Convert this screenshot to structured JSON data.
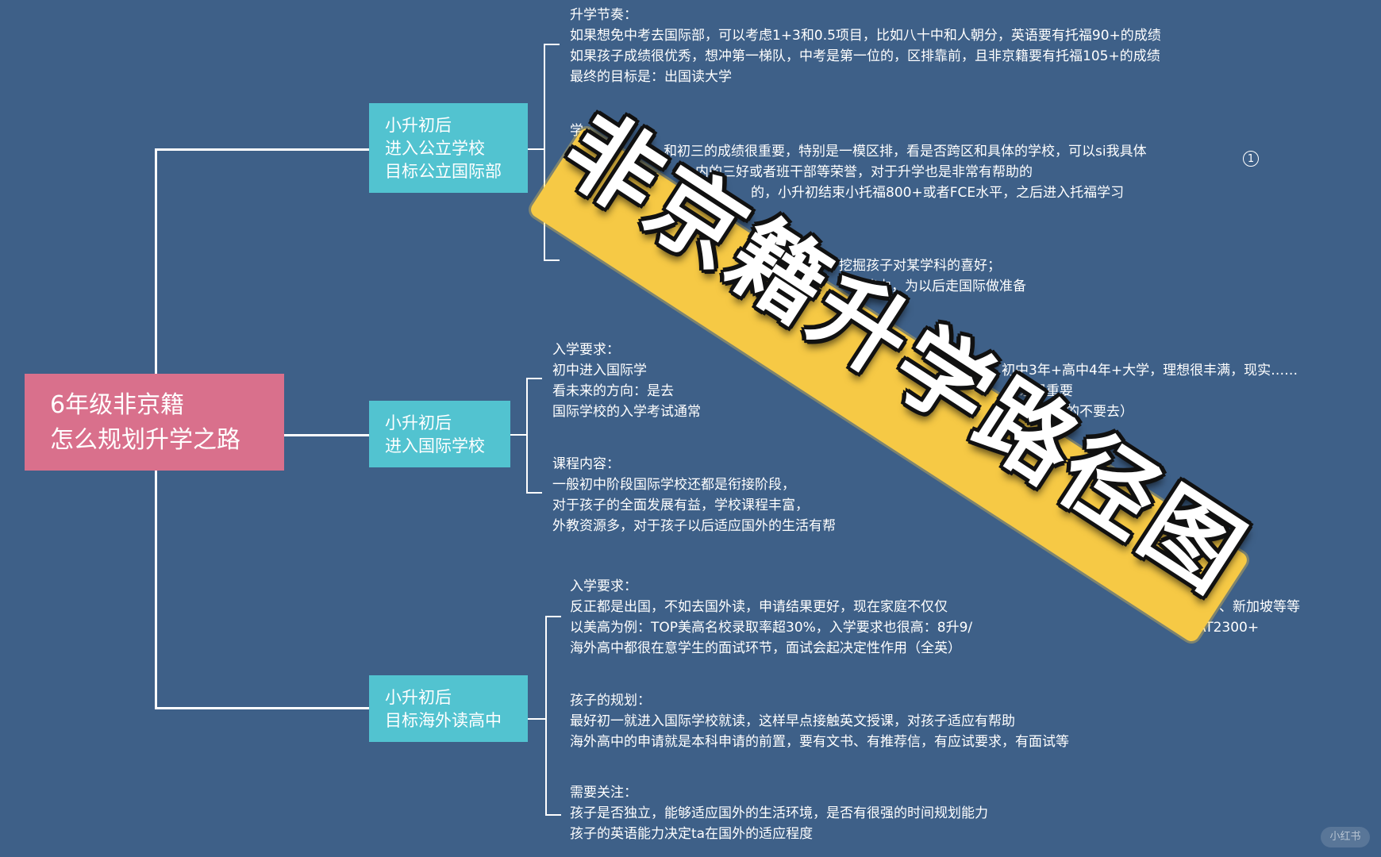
{
  "root": {
    "lines": [
      "6年级非京籍",
      "怎么规划升学之路"
    ]
  },
  "branches": [
    {
      "lines": [
        "小升初后",
        "进入公立学校",
        "目标公立国际部"
      ]
    },
    {
      "lines": [
        "小升初后",
        "进入国际学校"
      ]
    },
    {
      "lines": [
        "小升初后",
        "目标海外读高中"
      ]
    }
  ],
  "details": {
    "b1_pace": [
      "升学节奏：",
      "如果想免中考去国际部，可以考虑1+3和0.5项目，比如八十中和人朝分，英语要有托福90+的成绩",
      "如果孩子成绩很优秀，想冲第一梯队，中考是第一位的，区排靠前，且非京籍要有托福105+的成绩",
      "最终的目标是：出国读大学"
    ],
    "b1_mid": [
      "学",
      "和初三的成绩很重要，特别是一模区排，看是否跨区和具体的学校，可以si我具体",
      "内的三好或者班干部等荣誉，对于升学也是非常有帮助的",
      "的，小升初结束小托福800+或者FCE水平，之后进入托福学习"
    ],
    "b1_low": [
      "挖掘孩子对某学科的喜好；",
      "理能力，为以后走国际做准备"
    ],
    "b2_req": [
      "入学要求：",
      "初中进入国际学",
      "看未来的方向：是去",
      "国际学校的入学考试通常"
    ],
    "b2_req_right": [
      "后，初中3年+高中4年+大学，理想很丰满，现实……",
      "系很重要",
      "槛的不要去）"
    ],
    "b2_course": [
      "课程内容：",
      "一般初中阶段国际学校还都是衔接阶段，",
      "对于孩子的全面发展有益，学校课程丰富，",
      "外教资源多，对于孩子以后适应国外的生活有帮"
    ],
    "b3_req": [
      "入学要求：",
      "反正都是出国，不如去国外读，申请结果更好，现在家庭不仅仅",
      "以美高为例：TOP美高名校录取率超30%，入学要求也很高：8升9/",
      "海外高中都很在意学生的面试环节，面试会起决定性作用（全英）"
    ],
    "b3_req_right": [
      "、新加坡等等",
      "SSAT2300+"
    ],
    "b3_plan": [
      "孩子的规划：",
      "最好初一就进入国际学校就读，这样早点接触英文授课，对孩子适应有帮助",
      "海外高中的申请就是本科申请的前置，要有文书、有推荐信，有应试要求，有面试等"
    ],
    "b3_note": [
      "需要关注：",
      "孩子是否独立，能够适应国外的生活环境，是否有很强的时间规划能力",
      "孩子的英语能力决定ta在国外的适应程度"
    ]
  },
  "circle_number": "1",
  "overlay_title": "非京籍升学路径图",
  "watermark": "小红书",
  "colors": {
    "background": "#3e6088",
    "root_box": "#d9708c",
    "branch_box": "#52c3d0",
    "banner": "#f6c945",
    "text": "#ffffff"
  }
}
